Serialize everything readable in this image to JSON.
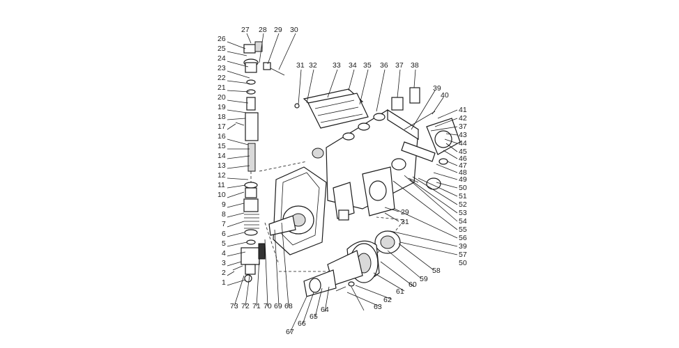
{
  "callouts": [
    {
      "id": "c27",
      "text": "27"
    },
    {
      "id": "c28",
      "text": "28"
    },
    {
      "id": "c29a",
      "text": "29"
    },
    {
      "id": "c30",
      "text": "30"
    },
    {
      "id": "c26",
      "text": "26"
    },
    {
      "id": "c25",
      "text": "25"
    },
    {
      "id": "c24",
      "text": "24"
    },
    {
      "id": "c23",
      "text": "23"
    },
    {
      "id": "c22",
      "text": "22"
    },
    {
      "id": "c21",
      "text": "21"
    },
    {
      "id": "c20",
      "text": "20"
    },
    {
      "id": "c19",
      "text": "19"
    },
    {
      "id": "c18",
      "text": "18"
    },
    {
      "id": "c17",
      "text": "17"
    },
    {
      "id": "c16",
      "text": "16"
    },
    {
      "id": "c15",
      "text": "15"
    },
    {
      "id": "c14",
      "text": "14"
    },
    {
      "id": "c13",
      "text": "13"
    },
    {
      "id": "c12",
      "text": "12"
    },
    {
      "id": "c11",
      "text": "11"
    },
    {
      "id": "c10",
      "text": "10"
    },
    {
      "id": "c9",
      "text": "9"
    },
    {
      "id": "c8",
      "text": "8"
    },
    {
      "id": "c7",
      "text": "7"
    },
    {
      "id": "c6",
      "text": "6"
    },
    {
      "id": "c5",
      "text": "5"
    },
    {
      "id": "c4",
      "text": "4"
    },
    {
      "id": "c3",
      "text": "3"
    },
    {
      "id": "c2",
      "text": "2"
    },
    {
      "id": "c1",
      "text": "1"
    },
    {
      "id": "c31a",
      "text": "31"
    },
    {
      "id": "c32",
      "text": "32"
    },
    {
      "id": "c33",
      "text": "33"
    },
    {
      "id": "c34",
      "text": "34"
    },
    {
      "id": "c35",
      "text": "35"
    },
    {
      "id": "c36",
      "text": "36"
    },
    {
      "id": "c37a",
      "text": "37"
    },
    {
      "id": "c38",
      "text": "38"
    },
    {
      "id": "c39a",
      "text": "39"
    },
    {
      "id": "c40",
      "text": "40"
    },
    {
      "id": "c41",
      "text": "41"
    },
    {
      "id": "c42",
      "text": "42"
    },
    {
      "id": "c37b",
      "text": "37"
    },
    {
      "id": "c43",
      "text": "43"
    },
    {
      "id": "c44",
      "text": "44"
    },
    {
      "id": "c45",
      "text": "45"
    },
    {
      "id": "c46",
      "text": "46"
    },
    {
      "id": "c47",
      "text": "47"
    },
    {
      "id": "c48",
      "text": "48"
    },
    {
      "id": "c49",
      "text": "49"
    },
    {
      "id": "c50a",
      "text": "50"
    },
    {
      "id": "c51",
      "text": "51"
    },
    {
      "id": "c52",
      "text": "52"
    },
    {
      "id": "c53",
      "text": "53"
    },
    {
      "id": "c54",
      "text": "54"
    },
    {
      "id": "c55",
      "text": "55"
    },
    {
      "id": "c56",
      "text": "56"
    },
    {
      "id": "c39b",
      "text": "39"
    },
    {
      "id": "c57",
      "text": "57"
    },
    {
      "id": "c50b",
      "text": "50"
    },
    {
      "id": "c29b",
      "text": "29"
    },
    {
      "id": "c31b",
      "text": "31"
    },
    {
      "id": "c58",
      "text": "58"
    },
    {
      "id": "c59",
      "text": "59"
    },
    {
      "id": "c60",
      "text": "60"
    },
    {
      "id": "c61",
      "text": "61"
    },
    {
      "id": "c62",
      "text": "62"
    },
    {
      "id": "c63",
      "text": "63"
    },
    {
      "id": "c64",
      "text": "64"
    },
    {
      "id": "c65",
      "text": "65"
    },
    {
      "id": "c66",
      "text": "66"
    },
    {
      "id": "c67",
      "text": "67"
    },
    {
      "id": "c73",
      "text": "73"
    },
    {
      "id": "c72",
      "text": "72"
    },
    {
      "id": "c71",
      "text": "71"
    },
    {
      "id": "c70",
      "text": "70"
    },
    {
      "id": "c69",
      "text": "69"
    },
    {
      "id": "c68",
      "text": "68"
    }
  ]
}
